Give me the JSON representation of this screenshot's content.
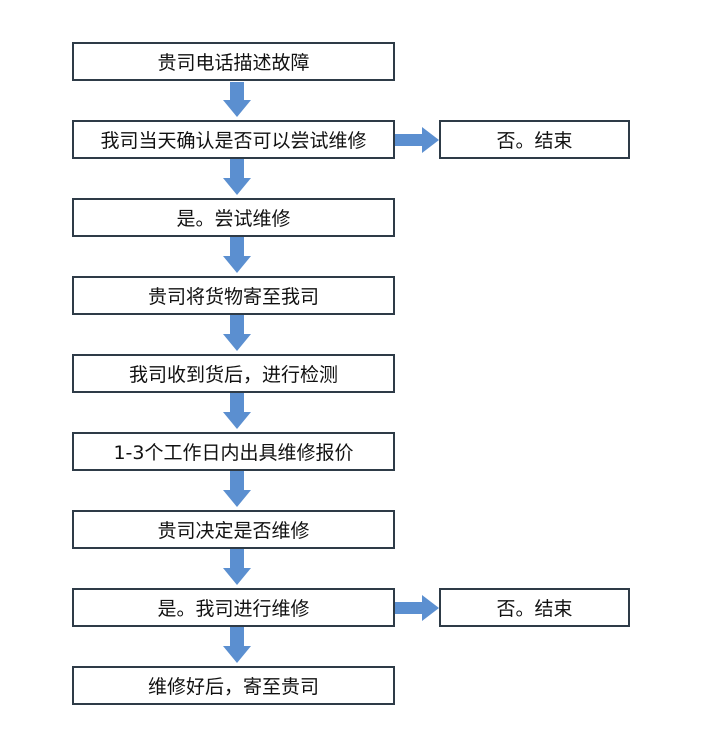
{
  "flowchart": {
    "steps": [
      {
        "label": "贵司电话描述故障"
      },
      {
        "label": "我司当天确认是否可以尝试维修"
      },
      {
        "label": "是。尝试维修"
      },
      {
        "label": "贵司将货物寄至我司"
      },
      {
        "label": "我司收到货后，进行检测"
      },
      {
        "label": "1-3个工作日内出具维修报价"
      },
      {
        "label": "贵司决定是否维修"
      },
      {
        "label": "是。我司进行维修"
      },
      {
        "label": "维修好后，寄至贵司"
      }
    ],
    "branches": [
      {
        "label": "否。结束"
      },
      {
        "label": "否。结束"
      }
    ]
  },
  "colors": {
    "arrow": "#5b8fd0",
    "box_border": "#2e3b47"
  }
}
